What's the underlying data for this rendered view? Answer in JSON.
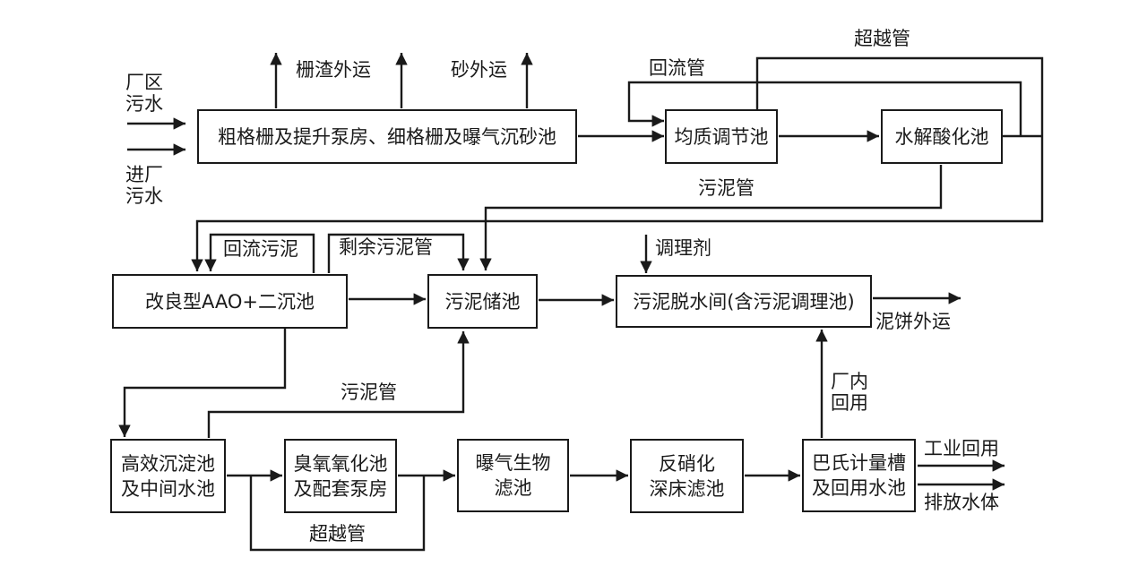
{
  "diagram": {
    "type": "flowchart",
    "subject": "wastewater-treatment-process",
    "colors": {
      "line": "#1a1a1a",
      "background": "#ffffff",
      "text": "#1a1a1a",
      "box_fill": "#ffffff"
    }
  },
  "boxes": [
    {
      "id": "pretreatment",
      "label": "粗格栅及提升泵房、细格栅及曝气沉砂池"
    },
    {
      "id": "equalization",
      "label": "均质调节池"
    },
    {
      "id": "hydrolysis",
      "label": "水解酸化池"
    },
    {
      "id": "aao",
      "label": "改良型AAO+二沉池"
    },
    {
      "id": "sludge_storage",
      "label": "污泥储池"
    },
    {
      "id": "dewatering",
      "label": "污泥脱水间(含污泥调理池)"
    },
    {
      "id": "sedimentation",
      "label": "高效沉淀池\n及中间水池"
    },
    {
      "id": "ozone",
      "label": "臭氧氧化池\n及配套泵房"
    },
    {
      "id": "baf",
      "label": "曝气生物\n滤池"
    },
    {
      "id": "denitrification",
      "label": "反硝化\n深床滤池"
    },
    {
      "id": "parshall",
      "label": "巴氏计量槽\n及回用水池"
    }
  ],
  "labels": {
    "factory_sewage": "厂区\n污水",
    "incoming_sewage": "进厂\n污水",
    "screen_residue_out": "栅渣外运",
    "sand_out": "砂外运",
    "bypass_top": "超越管",
    "return_pipe": "回流管",
    "sludge_pipe_top": "污泥管",
    "return_sludge": "回流污泥",
    "excess_sludge_pipe": "剩余污泥管",
    "conditioner": "调理剂",
    "mud_cake_out": "泥饼外运",
    "plant_reuse": "厂内\n回用",
    "sludge_pipe_bottom": "污泥管",
    "bypass_bottom": "超越管",
    "industrial_reuse": "工业回用",
    "discharge_water": "排放水体"
  }
}
